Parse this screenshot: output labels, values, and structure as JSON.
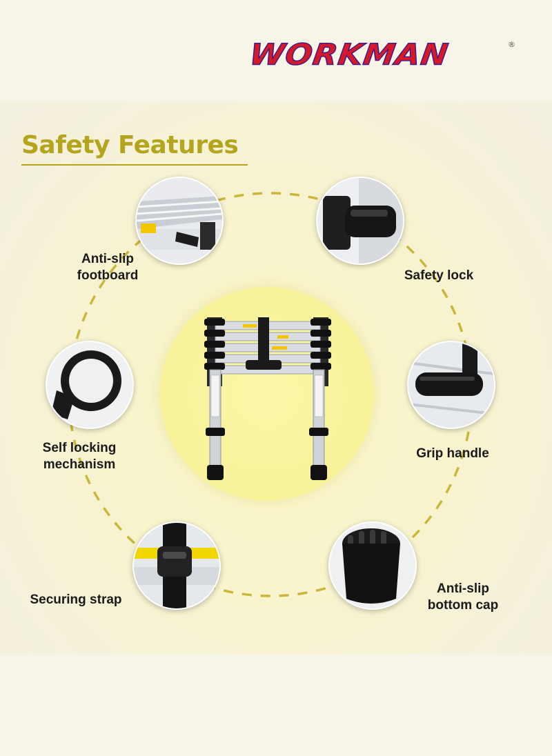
{
  "brand": {
    "name": "WORKMAN",
    "reg_mark": "®"
  },
  "heading": "Safety Features",
  "features": [
    {
      "line1": "Anti-slip",
      "line2": "footboard",
      "icon": "footboard-icon"
    },
    {
      "line1": "Safety lock",
      "line2": "",
      "icon": "lock-icon"
    },
    {
      "line1": "Self locking",
      "line2": "mechanism",
      "icon": "locking-ring-icon"
    },
    {
      "line1": "Grip handle",
      "line2": "",
      "icon": "handle-icon"
    },
    {
      "line1": "Securing strap",
      "line2": "",
      "icon": "strap-icon"
    },
    {
      "line1": "Anti-slip",
      "line2": "bottom cap",
      "icon": "bottom-cap-icon"
    }
  ],
  "colors": {
    "brand_red": "#d4192a",
    "brand_outline": "#3a1a8a",
    "heading": "#b5a41e",
    "ring": "#c9b73a"
  }
}
